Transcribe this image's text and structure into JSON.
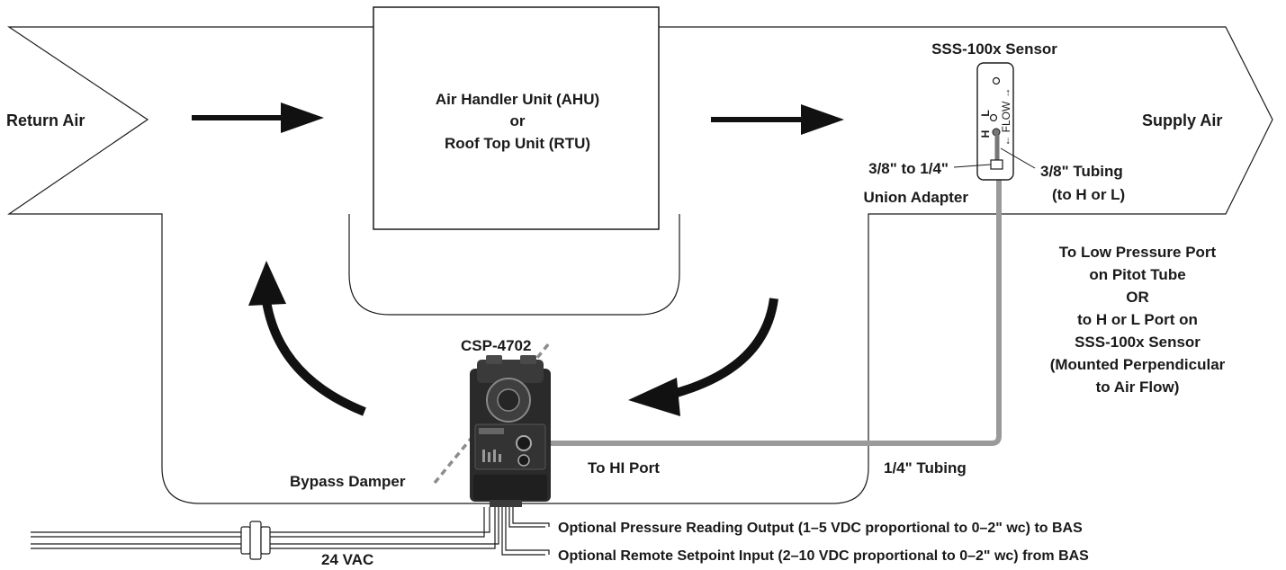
{
  "diagram": {
    "return_air": "Return Air",
    "supply_air": "Supply Air",
    "ahu": {
      "line1": "Air Handler Unit (AHU)",
      "line2": "or",
      "line3": "Roof Top Unit (RTU)"
    },
    "sensor": {
      "title": "SSS-100x Sensor",
      "flow_label": "← FLOW →",
      "port_h": "H",
      "port_l": "L"
    },
    "union_adapter": {
      "line1": "3/8\" to 1/4\"",
      "line2": "Union Adapter"
    },
    "tubing_38": {
      "line1": "3/8\" Tubing",
      "line2": "(to H or L)"
    },
    "low_pressure_note": [
      "To Low Pressure Port",
      "on Pitot Tube",
      "OR",
      "to H or L Port on",
      "SSS-100x Sensor",
      "(Mounted Perpendicular",
      "to Air Flow)"
    ],
    "controller": "CSP-4702",
    "bypass_damper": "Bypass Damper",
    "to_hi_port": "To HI Port",
    "tubing_14": "1/4\" Tubing",
    "power": "24 VAC",
    "output_1": "Optional Pressure Reading Output (1–5 VDC proportional to 0–2\" wc) to BAS",
    "output_2": "Optional Remote Setpoint Input (2–10 VDC proportional to 0–2\" wc) from BAS",
    "colors": {
      "line": "#1a1a1a",
      "tubing": "#9a9a9a",
      "damper": "#8c8c8c",
      "arrow": "#111111"
    }
  }
}
